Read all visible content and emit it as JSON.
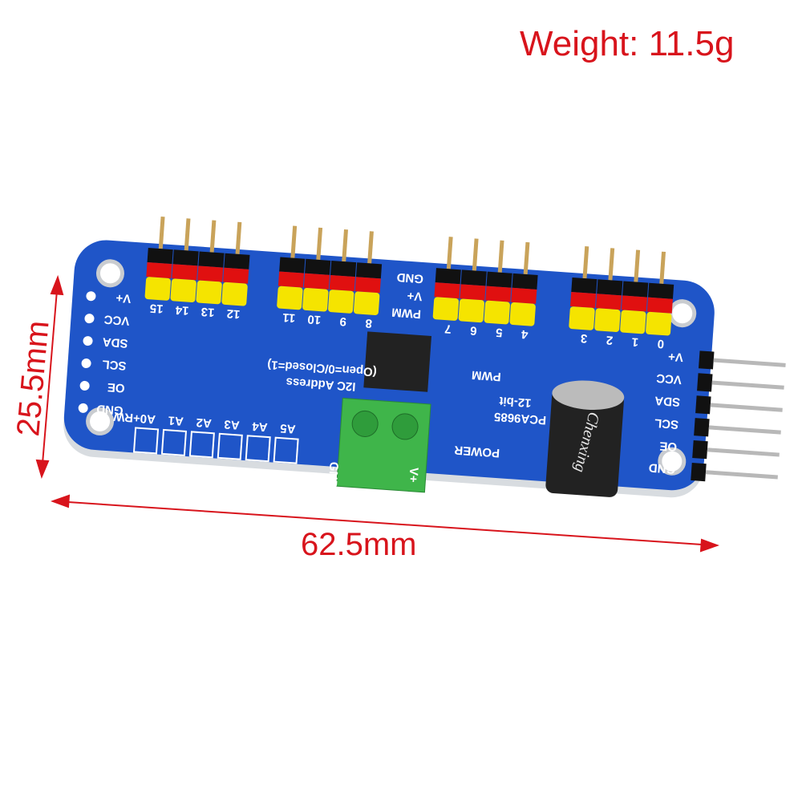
{
  "weight_label": "Weight: 11.5g",
  "dimensions": {
    "height": "25.5mm",
    "width": "62.5mm"
  },
  "board": {
    "left_pins": [
      "V+",
      "VCC",
      "SDA",
      "SCL",
      "OE",
      "GND"
    ],
    "right_pins": [
      "V+",
      "VCC",
      "SDA",
      "SCL",
      "OE",
      "GND"
    ],
    "channel_numbers": [
      "15",
      "14",
      "13",
      "12",
      "11",
      "10",
      "9",
      "8",
      "7",
      "6",
      "5",
      "4",
      "3",
      "2",
      "1",
      "0"
    ],
    "header_labels": [
      "GND",
      "V+",
      "PWM"
    ],
    "pwm_label": "PWM",
    "address_note": "(Open=0/Closed=1)",
    "address_title": "I2C Address",
    "address_pads": [
      "A0+RW",
      "A1",
      "A2",
      "A3",
      "A4",
      "A5"
    ],
    "terminal_labels": [
      "GND",
      "V+"
    ],
    "power_label": "POWER",
    "chip_label": "PCA9685",
    "resolution_label": "12-bit",
    "capacitor_brand": "Chenxing"
  },
  "colors": {
    "board": "#1f55c8",
    "annotation": "#d8141c",
    "terminal": "#3fb54a"
  }
}
